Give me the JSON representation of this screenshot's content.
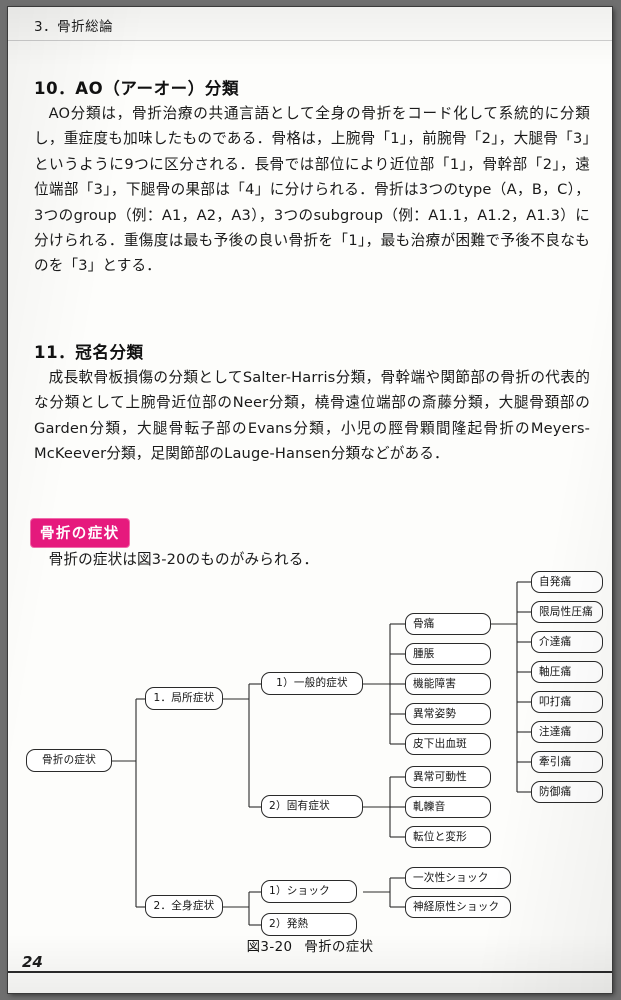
{
  "page": {
    "running_head": "3．骨折総論",
    "folio": "24"
  },
  "sections": [
    {
      "id": "ao",
      "heading": "10．AO（アーオー）分類",
      "body": "AO分類は，骨折治療の共通言語として全身の骨折をコード化して系統的に分類し，重症度も加味したものである．骨格は，上腕骨「1」，前腕骨「2」，大腿骨「3」というように9つに区分される．長骨では部位により近位部「1」，骨幹部「2」，遠位端部「3」，下腿骨の果部は「4」に分けられる．骨折は3つのtype（A，B，C），3つのgroup（例：A1，A2，A3），3つのsubgroup（例：A1.1，A1.2，A1.3）に分けられる．重傷度は最も予後の良い骨折を「1」，最も治療が困難で予後不良なものを「3」とする．"
    },
    {
      "id": "eponym",
      "heading": "11．冠名分類",
      "body": "成長軟骨板損傷の分類としてSalter-Harris分類，骨幹端や関節部の骨折の代表的な分類として上腕骨近位部のNeer分類，橈骨遠位端部の斎藤分類，大腿骨頚部のGarden分類，大腿骨転子部のEvans分類，小児の脛骨顆間隆起骨折のMeyers-McKeever分類，足関節部のLauge-Hansen分類などがある．"
    }
  ],
  "symptom_block": {
    "badge": "骨折の症状",
    "badge_color": "#e6197d",
    "badge_border_color": "#f06cab",
    "body": "骨折の症状は図3-20のものがみられる．"
  },
  "figure": {
    "caption_number": "図3-20",
    "caption_title": "骨折の症状",
    "root": "骨折の症状",
    "branches": [
      {
        "label": "1．局所症状",
        "groups": [
          {
            "label": "1）一般的症状",
            "items": [
              {
                "label": "骨痛",
                "subitems": [
                  "自発痛",
                  "限局性圧痛",
                  "介達痛",
                  "軸圧痛",
                  "叩打痛",
                  "注達痛",
                  "牽引痛",
                  "防御痛"
                ]
              },
              {
                "label": "腫脹",
                "subitems": []
              },
              {
                "label": "機能障害",
                "subitems": []
              },
              {
                "label": "異常姿勢",
                "subitems": []
              },
              {
                "label": "皮下出血斑",
                "subitems": []
              }
            ]
          },
          {
            "label": "2）固有症状",
            "items": [
              {
                "label": "異常可動性",
                "subitems": []
              },
              {
                "label": "軋轢音",
                "subitems": []
              },
              {
                "label": "転位と変形",
                "subitems": []
              }
            ]
          }
        ]
      },
      {
        "label": "2．全身症状",
        "groups": [
          {
            "label": "1）ショック",
            "items": [
              {
                "label": "一次性ショック",
                "subitems": []
              },
              {
                "label": "神経原性ショック",
                "subitems": []
              }
            ]
          },
          {
            "label": "2）発熱",
            "items": []
          }
        ]
      }
    ]
  }
}
